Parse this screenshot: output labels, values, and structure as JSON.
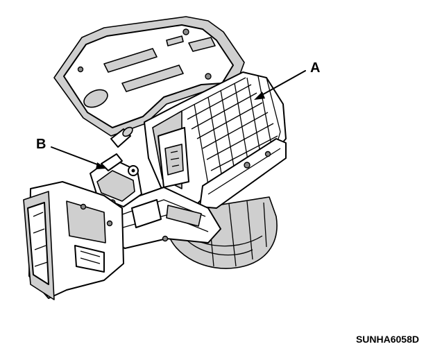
{
  "labels": {
    "a": "A",
    "b": "B"
  },
  "figure_code": "SUNHA6058D"
}
